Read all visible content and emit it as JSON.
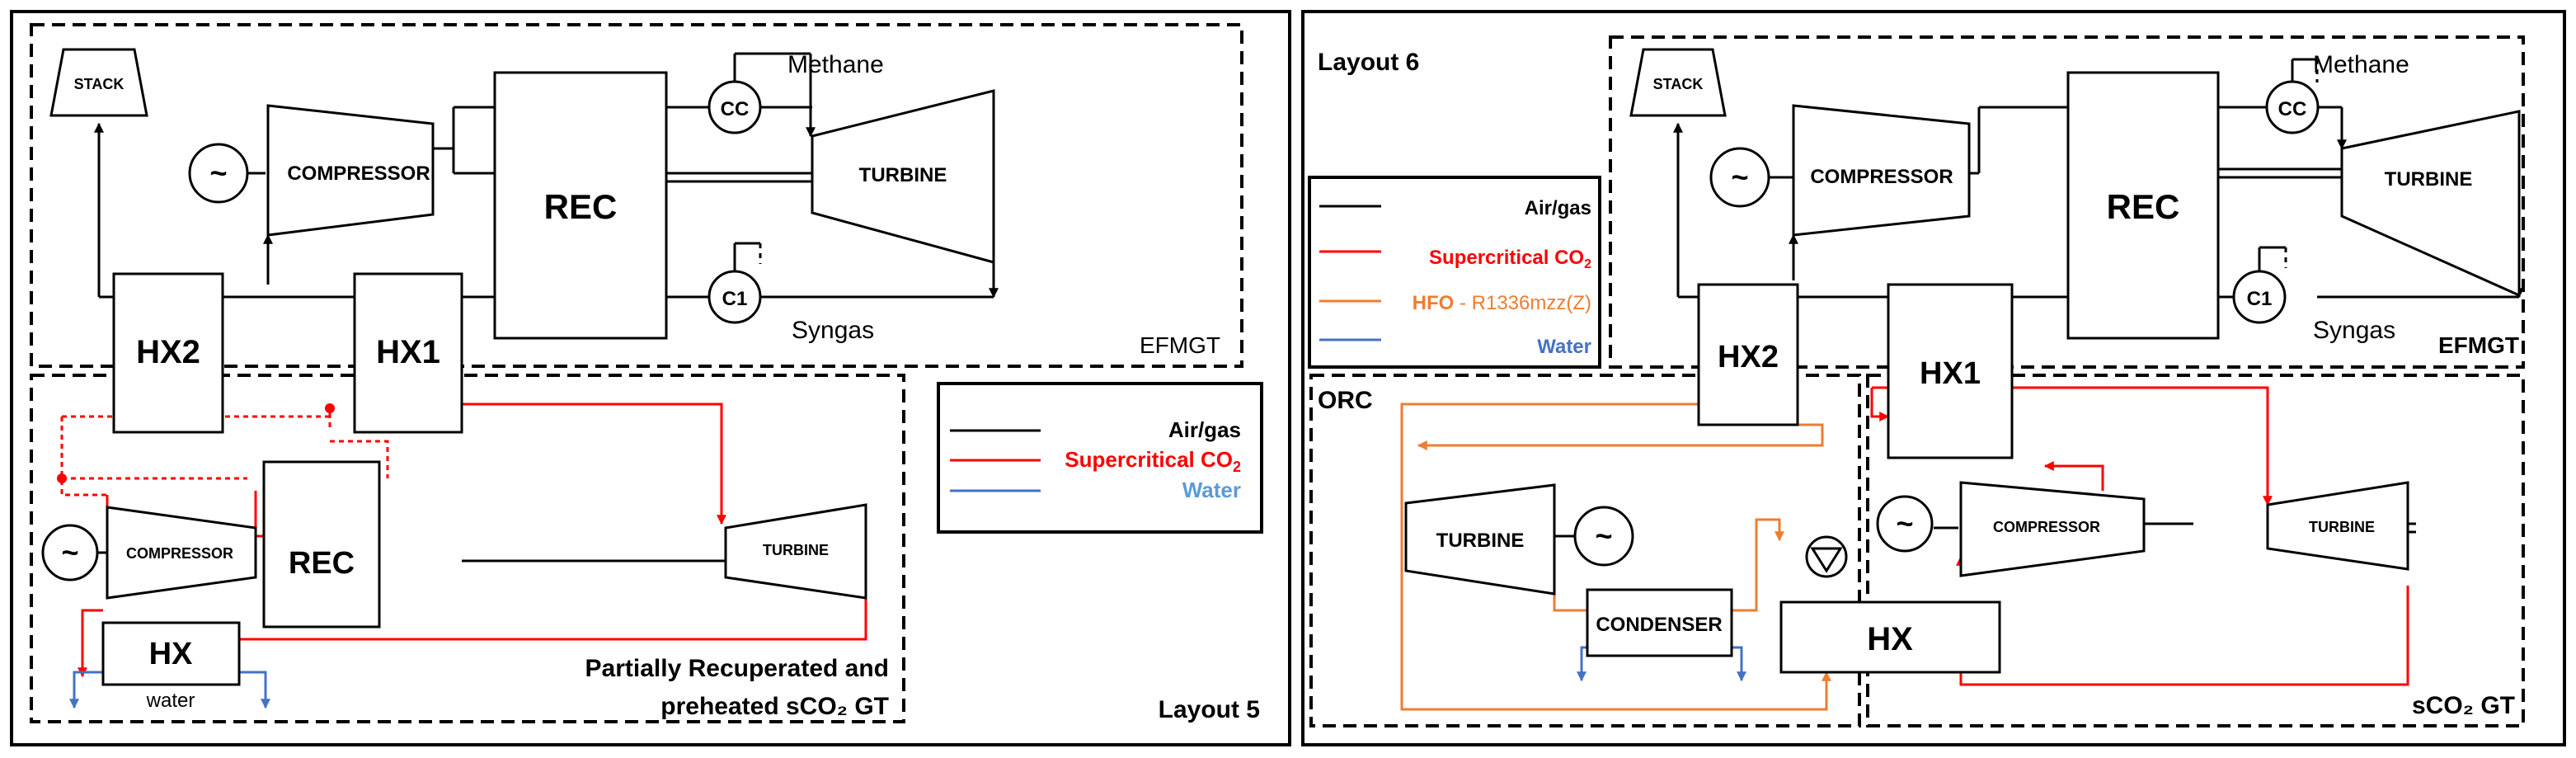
{
  "colors": {
    "air_gas": "#000000",
    "sco2": "#ff0000",
    "water": "#4472c4",
    "water_text": "#5b9bd5",
    "hfo": "#ed7d31"
  },
  "layout5": {
    "title": "Layout 5",
    "efmgt_label": "EFMGT",
    "stack": "STACK",
    "compressor": "COMPRESSOR",
    "rec": "REC",
    "cc": "CC",
    "c1": "C1",
    "turbine": "TURBINE",
    "methane": "Methane",
    "syngas": "Syngas",
    "hx2": "HX2",
    "hx1": "HX1",
    "generator": "~",
    "generator2": "~",
    "bottom_compressor": "COMPRESSOR",
    "bottom_rec": "REC",
    "bottom_turbine": "TURBINE",
    "hx": "HX",
    "water": "water",
    "desc_line1": "Partially  Recuperated and",
    "desc_line2": "preheated sCO₂ GT",
    "legend": {
      "air_gas": "Air/gas",
      "sco2_main": "Supercritical CO",
      "sco2_sub": "2",
      "water": "Water"
    }
  },
  "layout6": {
    "title": "Layout 6",
    "efmgt_label": "EFMGT",
    "stack": "STACK",
    "compressor": "COMPRESSOR",
    "rec": "REC",
    "cc": "CC",
    "c1": "C1",
    "turbine": "TURBINE",
    "methane": "Methane",
    "syngas": "Syngas",
    "hx2": "HX2",
    "hx1": "HX1",
    "generator": "~",
    "orc_label": "ORC",
    "orc_turbine": "TURBINE",
    "orc_generator": "~",
    "condenser": "CONDENSER",
    "hx": "HX",
    "sco2_label": "sCO₂ GT",
    "sco2_generator": "~",
    "sco2_compressor": "COMPRESSOR",
    "sco2_turbine": "TURBINE",
    "legend": {
      "air_gas": "Air/gas",
      "sco2_main": "Supercritical CO",
      "sco2_sub": "2",
      "hfo_bold": "HFO",
      "hfo_rest": " - R1336mzz(Z)",
      "water": "Water"
    }
  }
}
